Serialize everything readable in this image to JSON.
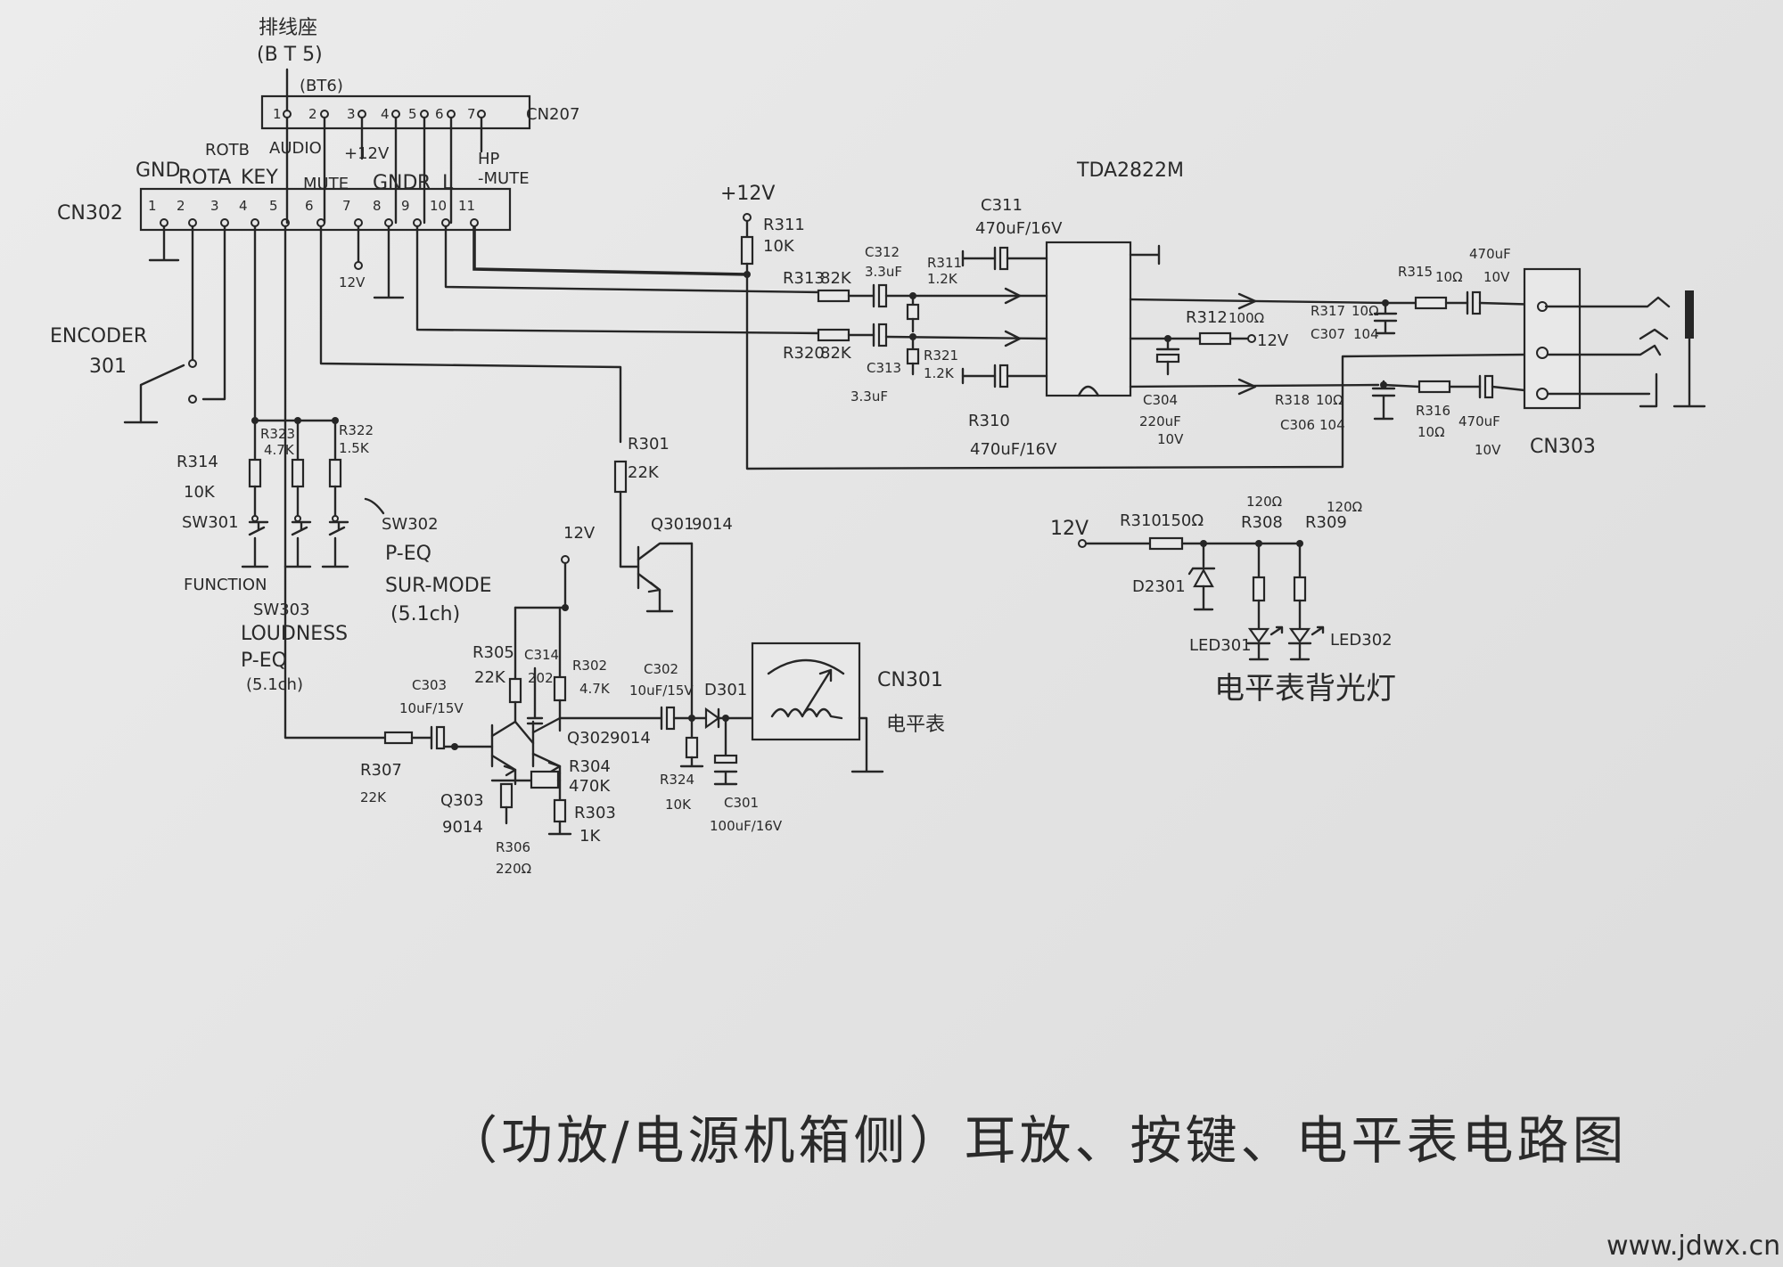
{
  "connectors": {
    "cn207": {
      "ref": "CN207",
      "header_cn": "排线座",
      "header_sub": "(B T 5)",
      "header_alt": "(BT6)",
      "pins": [
        "1",
        "2",
        "3",
        "4",
        "5",
        "6",
        "7"
      ]
    },
    "cn302": {
      "ref": "CN302",
      "pins": [
        "1",
        "2",
        "3",
        "4",
        "5",
        "6",
        "7",
        "8",
        "9",
        "10",
        "11"
      ],
      "signals": [
        "GND",
        "ROTA",
        "ROTB",
        "KEY",
        "AUDIO",
        "MUTE",
        "+12V",
        "GND",
        "R",
        "L",
        "HP",
        "-MUTE"
      ]
    },
    "cn303": {
      "ref": "CN303"
    },
    "cn301": {
      "ref": "CN301",
      "label_cn": "电平表"
    }
  },
  "ic": {
    "ref": "TDA2822M"
  },
  "rails": {
    "plus12": "+12V",
    "v12": "12V"
  },
  "encoder": {
    "name": "ENCODER",
    "ref": "301"
  },
  "switches": {
    "sw301": {
      "ref": "SW301",
      "fn": "FUNCTION"
    },
    "sw302": {
      "ref": "SW302",
      "fn1": "P-EQ",
      "fn2": "SUR-MODE",
      "fn3": "(5.1ch)"
    },
    "sw303": {
      "ref": "SW303",
      "fn1": "LOUDNESS",
      "fn2": "P-EQ",
      "fn3": "(5.1ch)"
    }
  },
  "resistors": {
    "r314": {
      "ref": "R314",
      "val": "10K"
    },
    "r323": {
      "ref": "R323",
      "val": "4.7K"
    },
    "r322": {
      "ref": "R322",
      "val": "1.5K"
    },
    "r311": {
      "ref": "R311",
      "val": "10K"
    },
    "r313": {
      "ref": "R313",
      "val": "82K"
    },
    "r320": {
      "ref": "R320",
      "val": "82K"
    },
    "r311b": {
      "ref": "R311",
      "val": "1.2K"
    },
    "r321": {
      "ref": "R321",
      "val": "1.2K"
    },
    "r312": {
      "ref": "R312",
      "val": "100Ω"
    },
    "r315": {
      "ref": "R315",
      "val": "10Ω"
    },
    "r317": {
      "ref": "R317",
      "val": "10Ω"
    },
    "r318": {
      "ref": "R318",
      "val": "10Ω"
    },
    "r316": {
      "ref": "R316",
      "val": "10Ω"
    },
    "r301": {
      "ref": "R301",
      "val": "22K"
    },
    "r305": {
      "ref": "R305",
      "val": "22K"
    },
    "r302": {
      "ref": "R302",
      "val": "4.7K"
    },
    "r304": {
      "ref": "R304",
      "val": "470K"
    },
    "r303": {
      "ref": "R303",
      "val": "1K"
    },
    "r307": {
      "ref": "R307",
      "val": "22K"
    },
    "r306": {
      "ref": "R306",
      "val": "220Ω"
    },
    "r324": {
      "ref": "R324",
      "val": "10K"
    },
    "r310b": {
      "ref": "R310",
      "val": "150Ω"
    },
    "r308": {
      "ref": "R308",
      "val": "120Ω"
    },
    "r309": {
      "ref": "R309",
      "val": "120Ω"
    }
  },
  "capacitors": {
    "c311": {
      "ref": "C311",
      "val": "470uF/16V"
    },
    "c312": {
      "ref": "C312",
      "val": "3.3uF"
    },
    "c313": {
      "ref": "C313",
      "val": "3.3uF"
    },
    "c310": {
      "ref": "R310",
      "val": "470uF/16V"
    },
    "c304": {
      "ref": "C304",
      "val": "220uF",
      "v": "10V"
    },
    "c307": {
      "ref": "C307",
      "val": "104"
    },
    "c306": {
      "ref": "C306",
      "val": "104"
    },
    "c_out1": {
      "val": "470uF",
      "v": "10V"
    },
    "c_out2": {
      "val": "470uF",
      "v": "10V"
    },
    "c314": {
      "ref": "C314",
      "val": "202"
    },
    "c303": {
      "ref": "C303",
      "val": "10uF/15V"
    },
    "c302": {
      "ref": "C302",
      "val": "10uF/15V"
    },
    "c301": {
      "ref": "C301",
      "val": "100uF/16V"
    }
  },
  "transistors": {
    "q301": {
      "ref": "Q301",
      "type": "9014"
    },
    "q302": {
      "ref": "Q302",
      "type": "9014"
    },
    "q303": {
      "ref": "Q303",
      "type": "9014"
    }
  },
  "diodes": {
    "d301": {
      "ref": "D301"
    },
    "d2301": {
      "ref": "D2301"
    },
    "led301": {
      "ref": "LED301"
    },
    "led302": {
      "ref": "LED302"
    }
  },
  "backlight_label": "电平表背光灯",
  "title": "（功放/电源机箱侧）耳放、按键、电平表电路图",
  "watermark": "www.jdwx.cn"
}
